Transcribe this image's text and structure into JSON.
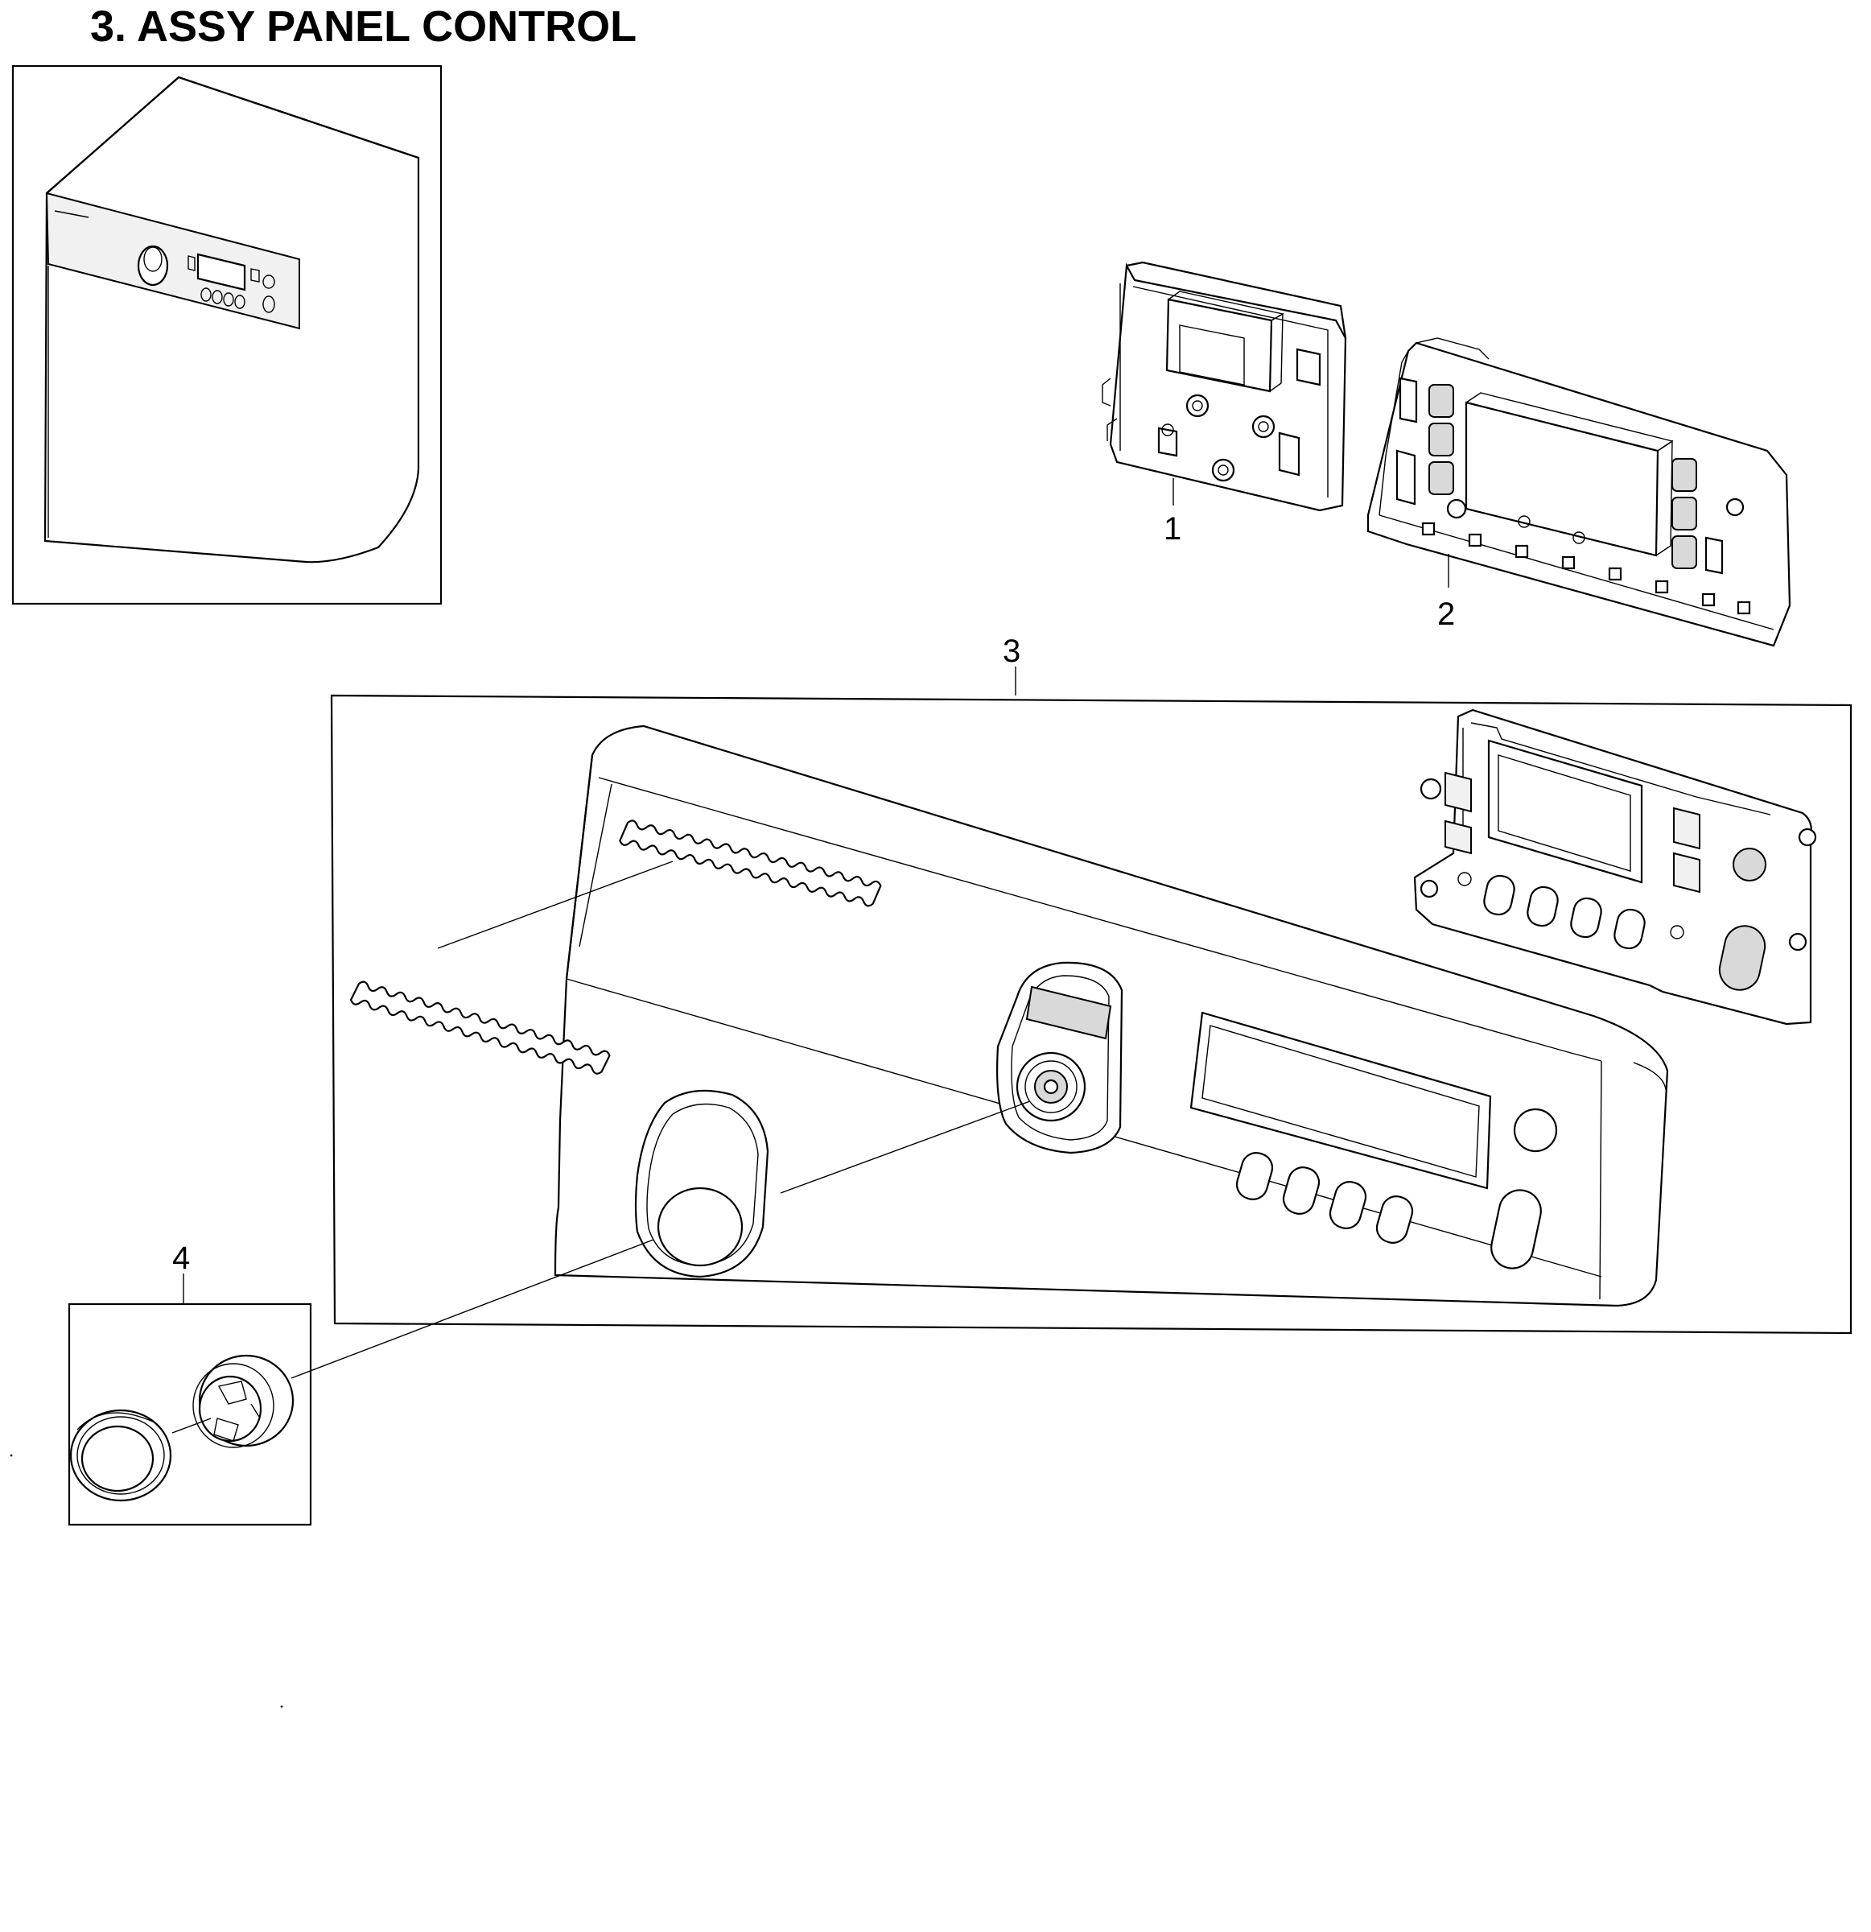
{
  "title": "3. ASSY PANEL CONTROL",
  "callouts": [
    {
      "id": "1",
      "label": "1"
    },
    {
      "id": "2",
      "label": "2"
    },
    {
      "id": "3",
      "label": "3"
    },
    {
      "id": "4",
      "label": "4"
    }
  ]
}
